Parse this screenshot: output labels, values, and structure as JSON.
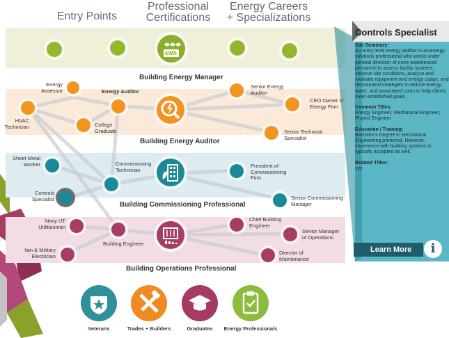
{
  "columns": {
    "entry": "Entry Points",
    "certs": "Professional\nCertifications",
    "careers": "Energy Careers\n+ Specializations"
  },
  "bands": {
    "manager": {
      "title": "Building Energy Manager",
      "icon_text": "kWh"
    },
    "auditor": {
      "title": "Building Energy Auditor"
    },
    "commissioning": {
      "title": "Building Commissioning Professional"
    },
    "operations": {
      "title": "Building Operations Professional"
    }
  },
  "nodes": {
    "energy_assessor": "Energy\nAssessor",
    "energy_auditor": "Energy Auditor",
    "hvac_technician": "HVAC\nTechnician",
    "college_graduate": "College\nGraduate",
    "senior_energy_auditor": "Senior Energy\nAuditor",
    "ceo_owner": "CEO Owner of\nEnergy Firm",
    "senior_technical_specialist": "Senior Technical\nSpecialist",
    "sheet_metal_worker": "Sheet Metal\nWorker",
    "commissioning_technician": "Commissioning\nTechnician",
    "controls_specialist": "Controls\nSpecialist",
    "president_commissioning": "President of\nCommissioning\nFirm",
    "senior_commissioning_manager": "Senior Commissioning\nManager",
    "navy_ut": "Navy UT\nUtilitiesman",
    "civilian_military_electrician": "lian & Military\nElectrician",
    "building_engineer": "Building Engineer",
    "chief_building_engineer": "Chief Building\nEngineer",
    "senior_manager_operations": "Senior Manager\nof Operations",
    "director_maintenance": "Director of\nMaintenance"
  },
  "panel": {
    "title": "Controls Specialist",
    "job_summary_label": "Job Summary:",
    "job_summary": "An entry level energy auditor is an energy solutions professional who works under general direction of more experienced personnel to assess facility systems, observe site conditions, analyze and evaluate equipment and energy usage, and recommend strategies to reduce energy, water, and associated costs to help clients meet established goals.",
    "common_titles_label": "Common Titles:",
    "common_titles": "Energy Engineer, Mechanical Engineer, Project Engineer",
    "education_label": "Education / Training:",
    "education": "Bachelor's Degree in Mechanical Engineering preferred.  However, experience with building systems is typically accepted as well.",
    "related_label": "Related Titles:",
    "related": "xyz",
    "learn_more": "Learn More",
    "info_glyph": "i"
  },
  "audiences": [
    {
      "label": "Veterans",
      "icon": "star-shield-icon",
      "color": "#2f8f9b"
    },
    {
      "label": "Trades + Builders",
      "icon": "wrench-hammer-icon",
      "color": "#f08a22"
    },
    {
      "label": "Graduates",
      "icon": "graduation-cap-icon",
      "color": "#a53a62"
    },
    {
      "label": "Energy Professionals",
      "icon": "clipboard-icon",
      "color": "#8dbb3c"
    }
  ],
  "colors": {
    "green": "#92b92e",
    "orange": "#f39422",
    "teal": "#1b8a96",
    "maroon": "#a63d63",
    "panel": "#5bb7c6"
  }
}
